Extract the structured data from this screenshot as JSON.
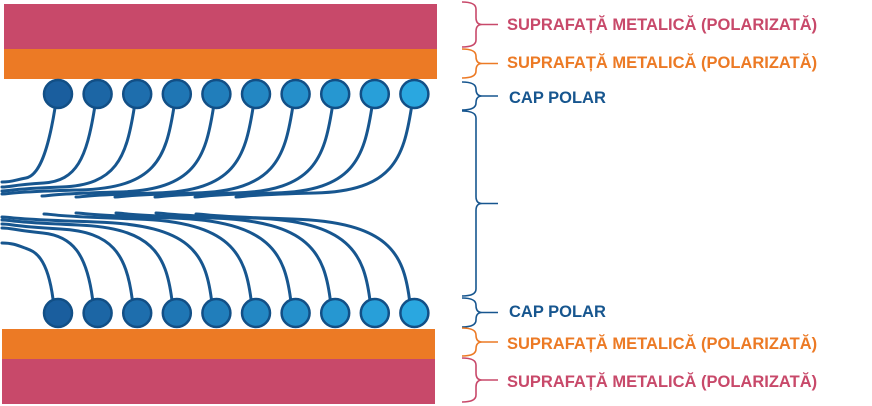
{
  "title": "Strat dublu de surfactant între suprafețe metalice polarizate",
  "colors": {
    "metal_outer": "#c8496a",
    "metal_inner": "#ec7a25",
    "tail": "#17568f",
    "head_stroke": "#124f86",
    "head_fill_dark": "#1a5e9e",
    "head_fill_light": "#2aa7e0",
    "label_pink": "#c8496a",
    "label_orange": "#ec7a25",
    "label_blue": "#17568f"
  },
  "layers": [
    {
      "id": "top-outer",
      "kind": "metal_outer",
      "label": "SUPRAFAȚĂ METALICĂ (POLARIZATĂ)",
      "label_color": "label_pink"
    },
    {
      "id": "top-inner",
      "kind": "metal_inner",
      "label": "SUPRAFAȚĂ METALICĂ (POLARIZATĂ)",
      "label_color": "label_orange"
    },
    {
      "id": "top-heads",
      "kind": "polar_heads",
      "label": "CAP POLAR",
      "label_color": "label_blue"
    },
    {
      "id": "tails",
      "kind": "tails",
      "label": "",
      "label_color": "label_blue"
    },
    {
      "id": "bottom-heads",
      "kind": "polar_heads",
      "label": "CAP POLAR",
      "label_color": "label_blue"
    },
    {
      "id": "bottom-inner",
      "kind": "metal_inner",
      "label": "SUPRAFAȚĂ METALICĂ (POLARIZATĂ)",
      "label_color": "label_orange"
    },
    {
      "id": "bottom-outer",
      "kind": "metal_outer",
      "label": "SUPRAFAȚĂ METALICĂ (POLARIZATĂ)",
      "label_color": "label_pink"
    }
  ],
  "molecules_per_row": 10
}
